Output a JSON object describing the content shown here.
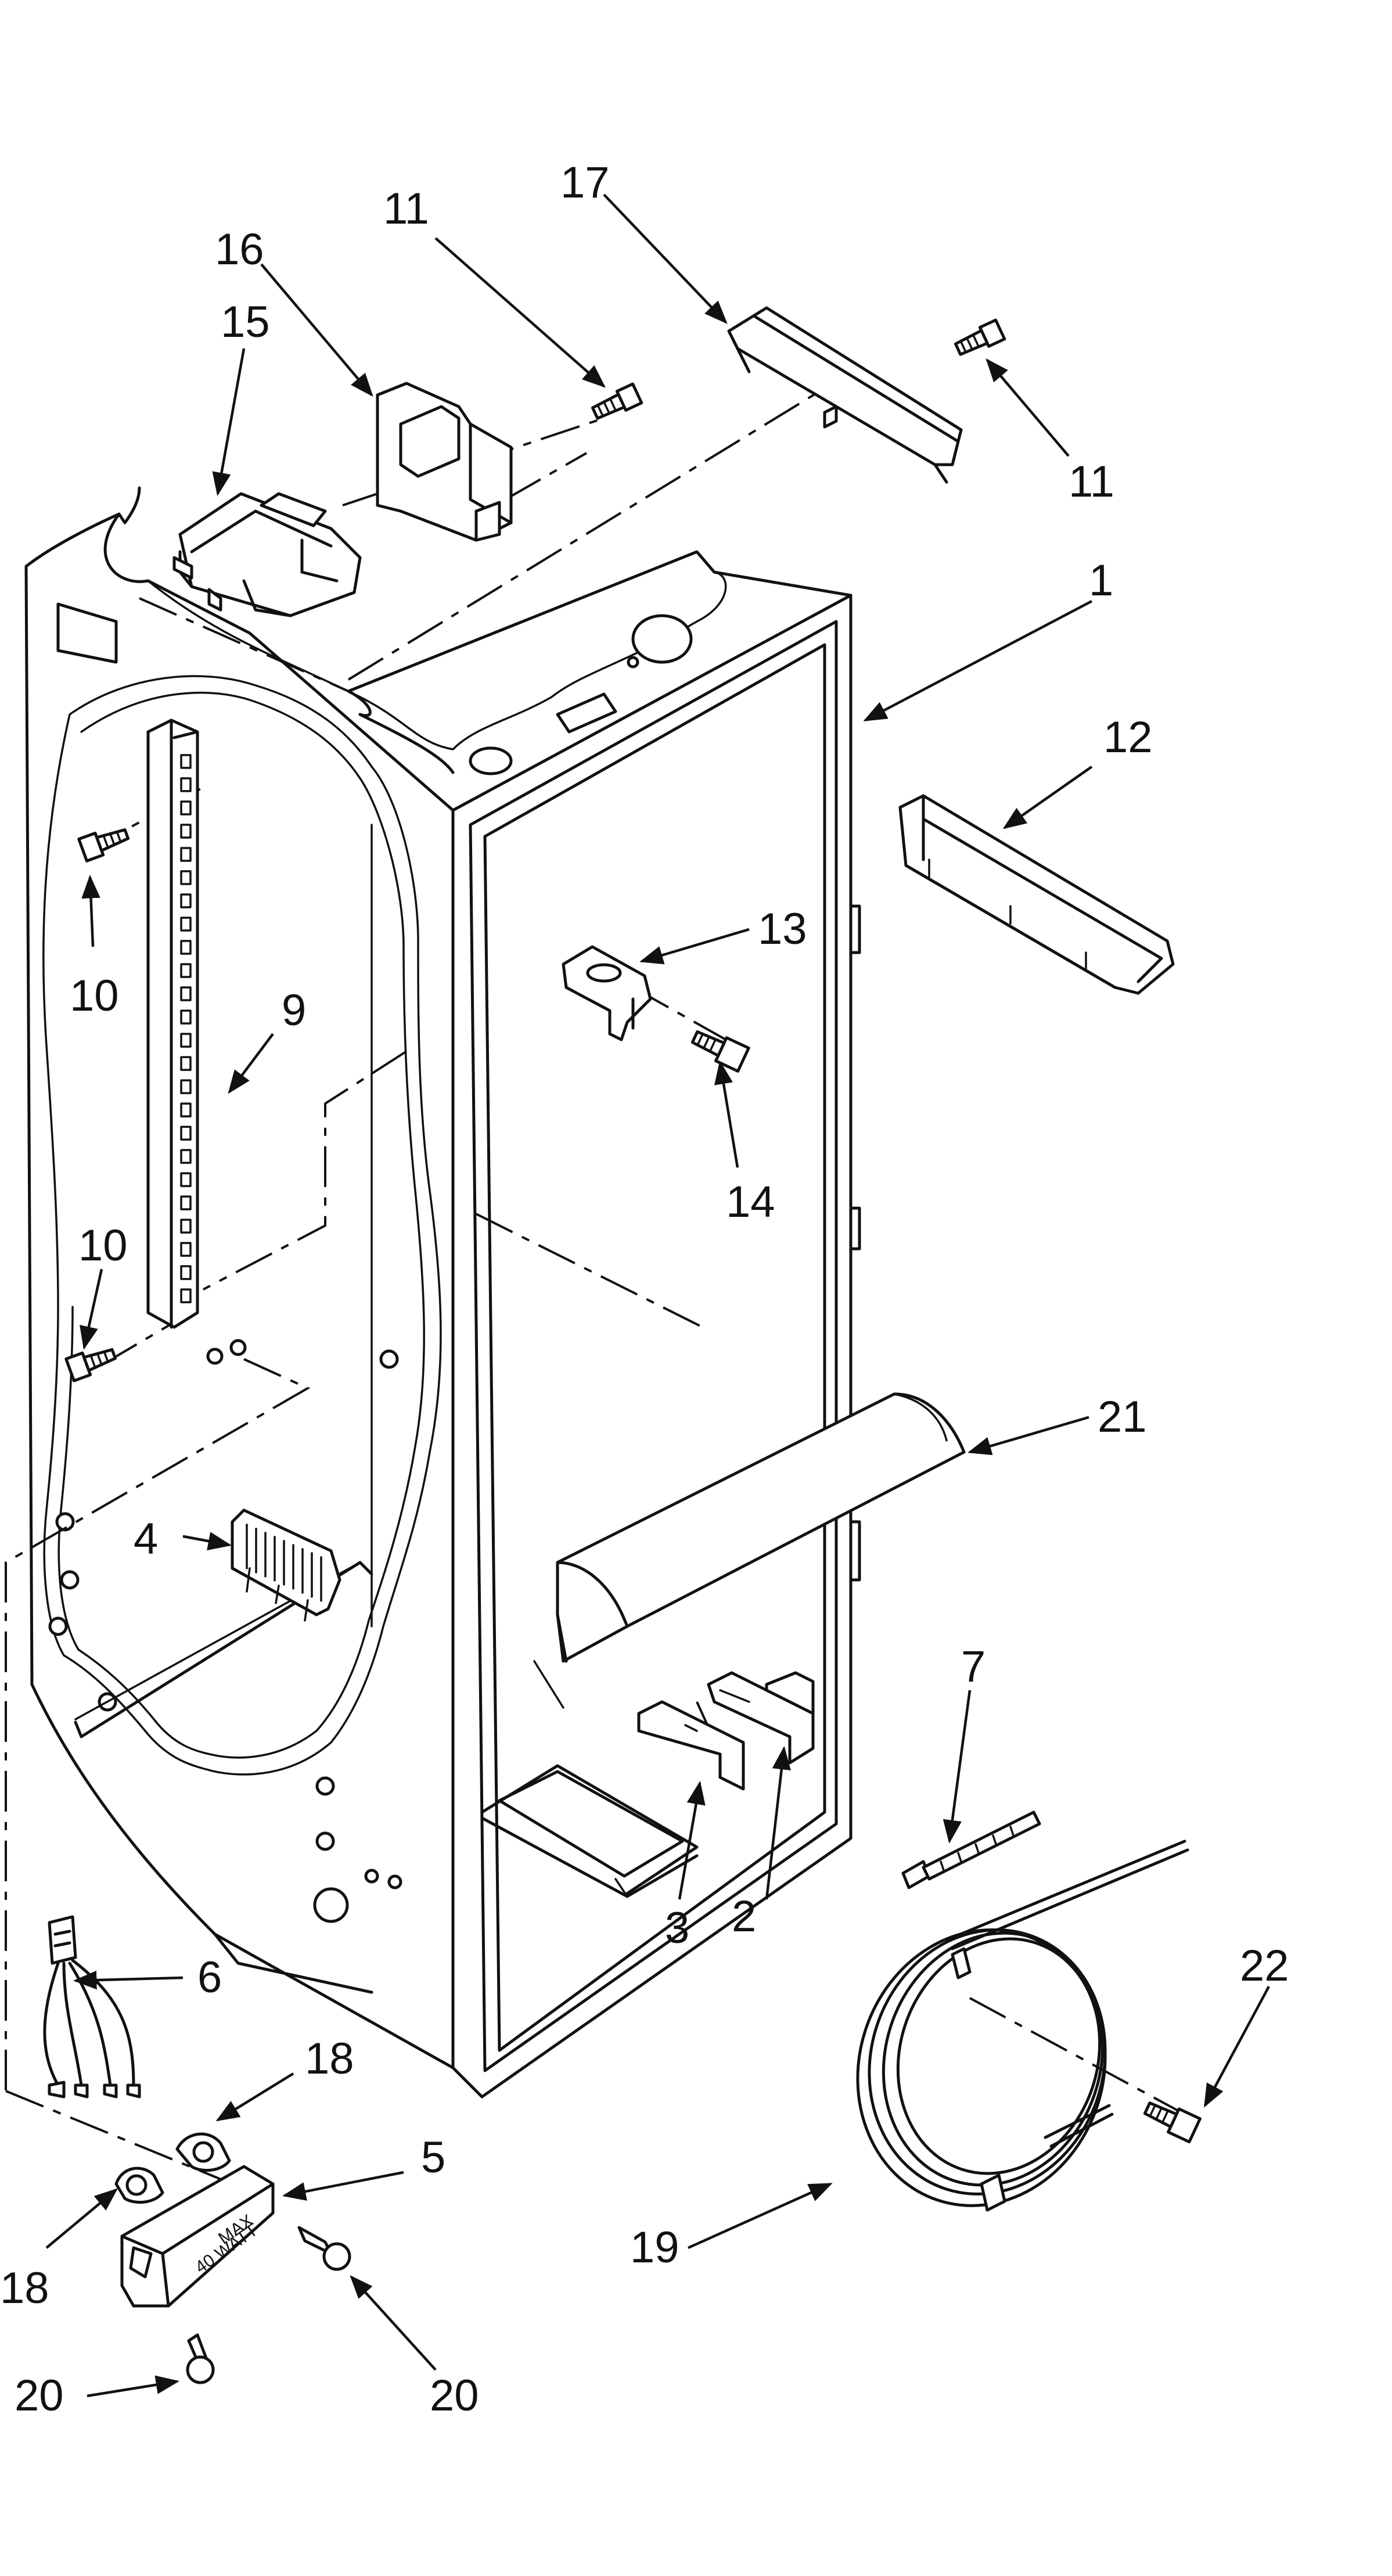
{
  "diagram": {
    "callouts": {
      "c1": "1",
      "c2": "2",
      "c3": "3",
      "c4": "4",
      "c5": "5",
      "c6": "6",
      "c7": "7",
      "c9": "9",
      "c10a": "10",
      "c10b": "10",
      "c11a": "11",
      "c11b": "11",
      "c12": "12",
      "c13": "13",
      "c14": "14",
      "c15": "15",
      "c16": "16",
      "c17": "17",
      "c18a": "18",
      "c18b": "18",
      "c19": "19",
      "c20a": "20",
      "c20b": "20",
      "c21": "21",
      "c22": "22"
    },
    "light_housing_label_line1": "MAX",
    "light_housing_label_line2": "40 WATT"
  }
}
